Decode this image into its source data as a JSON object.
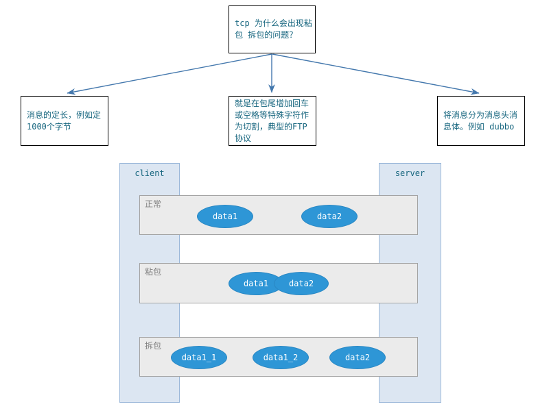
{
  "question": "tcp 为什么会出现粘\n包 拆包的问题？",
  "solutions": [
    "消息的定长，例如定\n1000个字节",
    "就是在包尾增加回车\n或空格等特殊字符作\n为切割，典型的FTP\n协议",
    "将消息分为消息头消\n息体。例如 dubbo"
  ],
  "sequence": {
    "client_label": "client",
    "server_label": "server",
    "lanes": [
      {
        "label": "正常",
        "packets": [
          "data1",
          "data2"
        ]
      },
      {
        "label": "粘包",
        "packets": [
          "data1",
          "data2"
        ]
      },
      {
        "label": "拆包",
        "packets": [
          "data1_1",
          "data1_2",
          "data2"
        ]
      }
    ]
  },
  "colors": {
    "accent_blue": "#2e96d6",
    "accent_blue_border": "#2987c3",
    "lifeline_fill": "#dce6f2",
    "lifeline_border": "#9ab7d9",
    "lane_fill": "#ebebeb",
    "lane_border": "#a3a3a3",
    "lane_label": "#7f7f7f",
    "box_text": "#17667f",
    "box_border": "#000000",
    "arrow": "#4478ad"
  }
}
